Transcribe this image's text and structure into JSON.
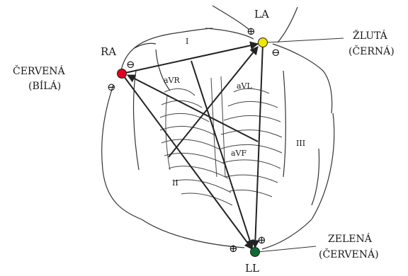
{
  "electrodes": {
    "ra": {
      "abbr": "RA",
      "line1": "ČERVENÁ",
      "line2": "(BÍLÁ)",
      "color": "#e3001b"
    },
    "la": {
      "abbr": "LA",
      "line1": "ŽLUTÁ",
      "line2": "(ČERNÁ)",
      "color": "#f2e600"
    },
    "ll": {
      "abbr": "LL",
      "line1": "ZELENÁ",
      "line2": "(ČERVENÁ)",
      "color": "#0e6b2e"
    }
  },
  "leads": {
    "lead1": "I",
    "lead2": "II",
    "lead3": "III",
    "avr": "aVR",
    "avl": "aVL",
    "avf": "aVF"
  },
  "symbols": {
    "plus": "⊕",
    "minus": "⊖"
  }
}
